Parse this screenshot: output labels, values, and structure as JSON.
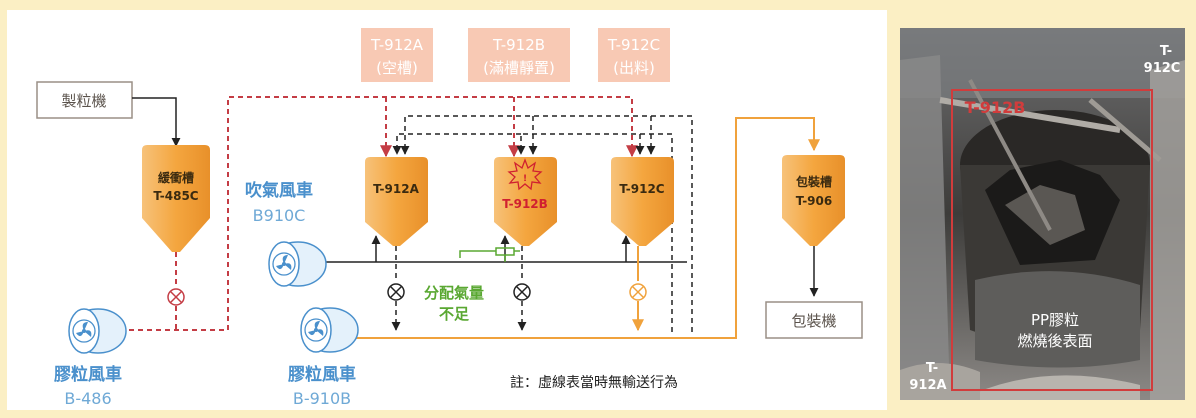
{
  "top_labels": [
    {
      "line1": "T-912A",
      "line2": "(空槽)"
    },
    {
      "line1": "T-912B",
      "line2": "(滿槽靜置)"
    },
    {
      "line1": "T-912C",
      "line2": "(出料)"
    }
  ],
  "boxes": {
    "granulator": "製粒機",
    "packer": "包裝機"
  },
  "tanks": {
    "buffer": {
      "line1": "緩衝槽",
      "line2": "T-485C"
    },
    "t912a": "T-912A",
    "t912b": "T-912B",
    "t912c": "T-912C",
    "package": {
      "line1": "包裝槽",
      "line2": "T-906"
    }
  },
  "blowers": {
    "b910c": {
      "name": "吹氣風車",
      "code": "B910C"
    },
    "b486": {
      "name": "膠粒風車",
      "code": "B-486"
    },
    "b910b": {
      "name": "膠粒風車",
      "code": "B-910B"
    }
  },
  "insufficient_air": {
    "line1": "分配氣量",
    "line2": "不足"
  },
  "note": "註：虛線表當時無輸送行為",
  "photo": {
    "label_912c": {
      "line1": "T-",
      "line2": "912C"
    },
    "label_912b": "T-912B",
    "label_912a": {
      "line1": "T-",
      "line2": "912A"
    },
    "surface": {
      "line1": "PP膠粒",
      "line2": "燃燒後表面"
    }
  },
  "colors": {
    "orange": "#f0a23c",
    "red_dashed": "#c43d45",
    "blue": "#4a90cc",
    "green": "#5aa832",
    "label_bg": "#f8c9b4",
    "label_text": "#ffffff"
  }
}
